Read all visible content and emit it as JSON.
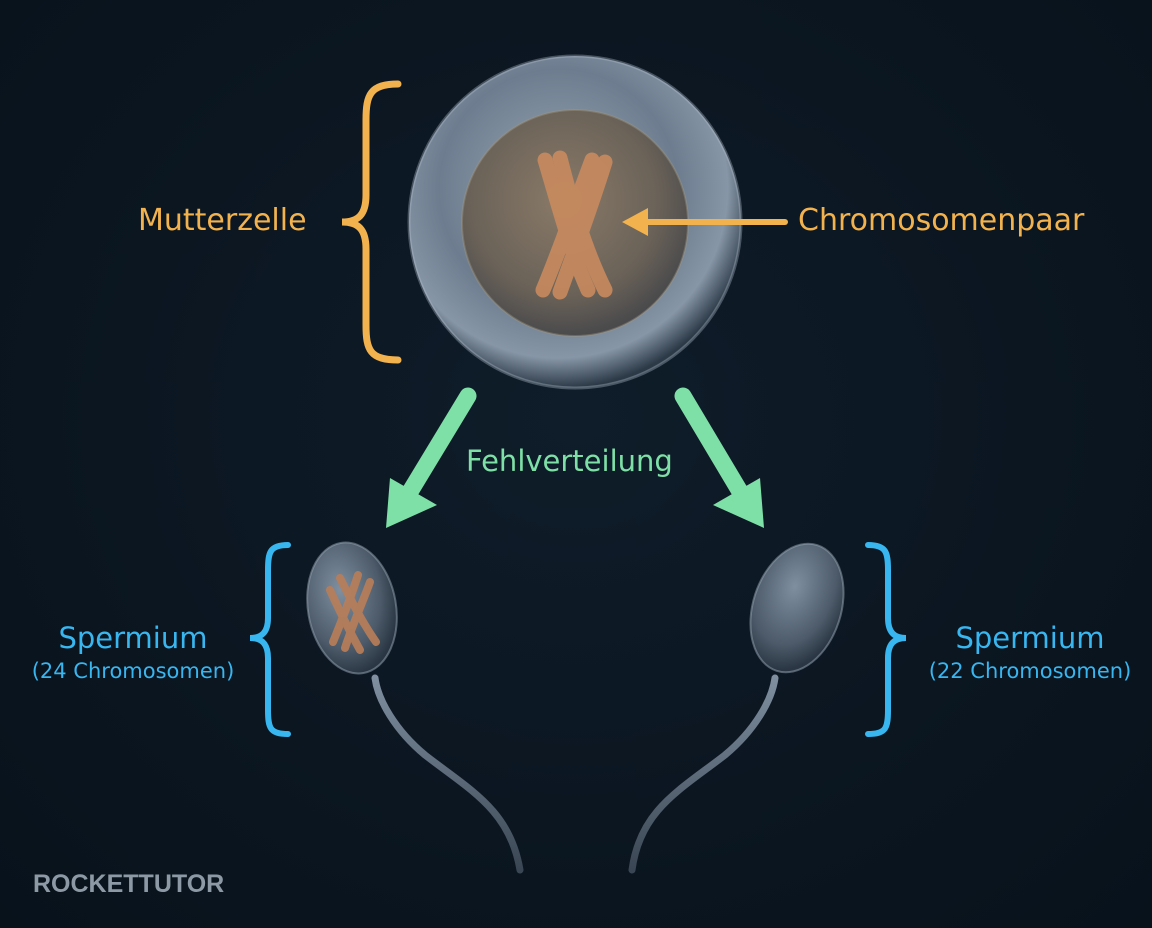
{
  "labels": {
    "mother_cell": "Mutterzelle",
    "chromosome_pair": "Chromosomenpaar",
    "misdistribution": "Fehlverteilung"
  },
  "sperm_left": {
    "name": "Spermium",
    "count": "(24 Chromosomen)"
  },
  "sperm_right": {
    "name": "Spermium",
    "count": "(22 Chromosomen)"
  },
  "brand": "ROCKETTUTOR",
  "colors": {
    "orange": "#f2b24e",
    "green": "#7ee0a6",
    "blue": "#38b6f0",
    "background": "#0b1621"
  }
}
